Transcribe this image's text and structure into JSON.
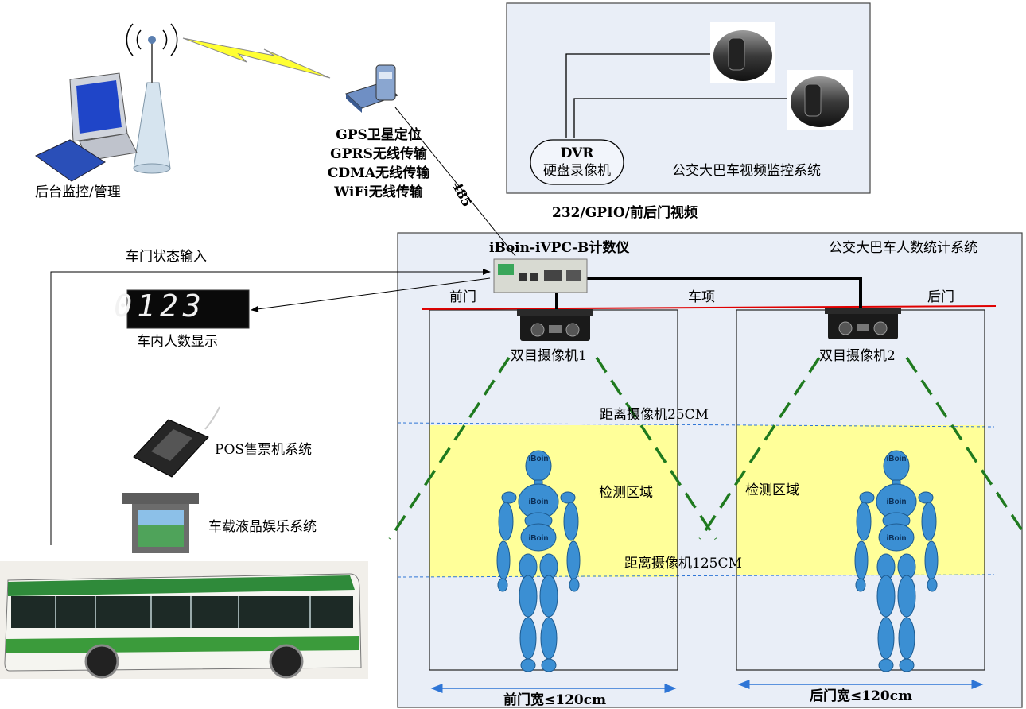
{
  "backend_label": "后台监控/管理",
  "gateway_lines": [
    "GPS卫星定位",
    "GPRS无线传输",
    "CDMA无线传输",
    "WiFi无线传输"
  ],
  "link_485": "485",
  "dvr": {
    "line1": "DVR",
    "line2": "硬盘录像机"
  },
  "video_system_label": "公交大巴车视频监控系统",
  "interface_label": "232/GPIO/前后门视频",
  "counting_system_label": "公交大巴车人数统计系统",
  "counter_device_label": "iBoin-iVPC-B计数仪",
  "door_input_label": "车门状态输入",
  "counter_display": {
    "digits": "0123",
    "label": "车内人数显示"
  },
  "pos_label": "POS售票机系统",
  "lcd_label": "车载液晶娱乐系统",
  "front_door": "前门",
  "roof": "车项",
  "rear_door": "后门",
  "camera1": "双目摄像机1",
  "camera2": "双目摄像机2",
  "dist_25": "距离摄像机25CM",
  "dist_125": "距离摄像机125CM",
  "detect_zone": "检测区域",
  "mannequin_text": "iBoin",
  "front_width": "前门宽≤120cm",
  "rear_width": "后门宽≤120cm",
  "colors": {
    "panel": "#e9eef7",
    "zone": "#ffff99",
    "fov": "#1f7a1f",
    "roofline": "#e00000",
    "dim": "#2e75d6",
    "mannequin": "#3b8fd3"
  }
}
